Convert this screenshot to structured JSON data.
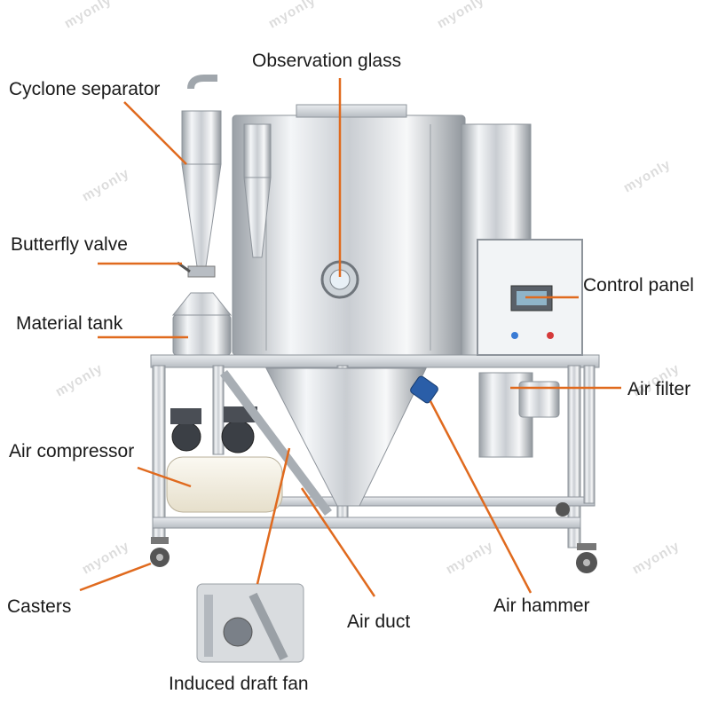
{
  "watermark": "myonly",
  "colors": {
    "leader_line": "#e06a1e",
    "steel_light": "#eef0f2",
    "steel_mid": "#c7cbd0",
    "steel_dark": "#8e949b",
    "motor_blue": "#2a5ea8",
    "tank_cream": "#f3efe3"
  },
  "labels": {
    "cyclone_separator": "Cyclone separator",
    "observation_glass": "Observation glass",
    "butterfly_valve": "Butterfly valve",
    "control_panel": "Control panel",
    "material_tank": "Material tank",
    "air_filter": "Air filter",
    "air_compressor": "Air compressor",
    "casters": "Casters",
    "air_duct": "Air duct",
    "air_hammer": "Air hammer",
    "induced_draft_fan": "Induced draft fan"
  }
}
